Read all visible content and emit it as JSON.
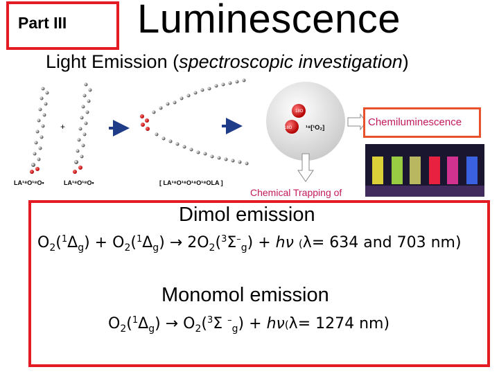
{
  "header": {
    "part_label": "Part III",
    "title": "Luminescence",
    "subtitle_prefix": "Light Emission (",
    "subtitle_italic": "spectroscopic investigation",
    "subtitle_suffix": ")"
  },
  "diagram": {
    "molecule1_label": "LA¹⁸O¹⁸O•",
    "plus_sign": "+",
    "molecule2_label": "LA¹⁸O¹⁸O•",
    "dimer_label": "[ LA¹⁸O¹⁸O¹⁸O¹⁸OLA ]",
    "oxygen_atom_top": "18O",
    "oxygen_atom_bottom": "18O",
    "singlet_oxygen_label": "¹⁸[¹O₂]",
    "chemiluminescence": "Chemiluminescence",
    "chemical_trapping": "Chemical Trapping of",
    "colors": {
      "red_box": "#e31b23",
      "orange_box": "#e8512b",
      "magenta_text": "#c2185b",
      "arrow_blue": "#1f3c88"
    }
  },
  "emissions": {
    "dimol_heading": "Dimol emission",
    "monomol_heading": "Monomol emission",
    "symbols": {
      "O": "O",
      "two": "2",
      "one": "1",
      "three": "3",
      "Delta": "Δ",
      "Sigma": "Σ",
      "minus": "–",
      "g": "g",
      "plus": "+",
      "arrow": "→",
      "h": "h",
      "nu": "ν",
      "lambda": "λ",
      "lparen": "(",
      "rparen": ")",
      "open_sup_paren": "(",
      "coefficient": "2O"
    },
    "dimol_wavelength": "= 634 and 703 nm)",
    "monomol_wavelength": "= 1274 nm)"
  }
}
